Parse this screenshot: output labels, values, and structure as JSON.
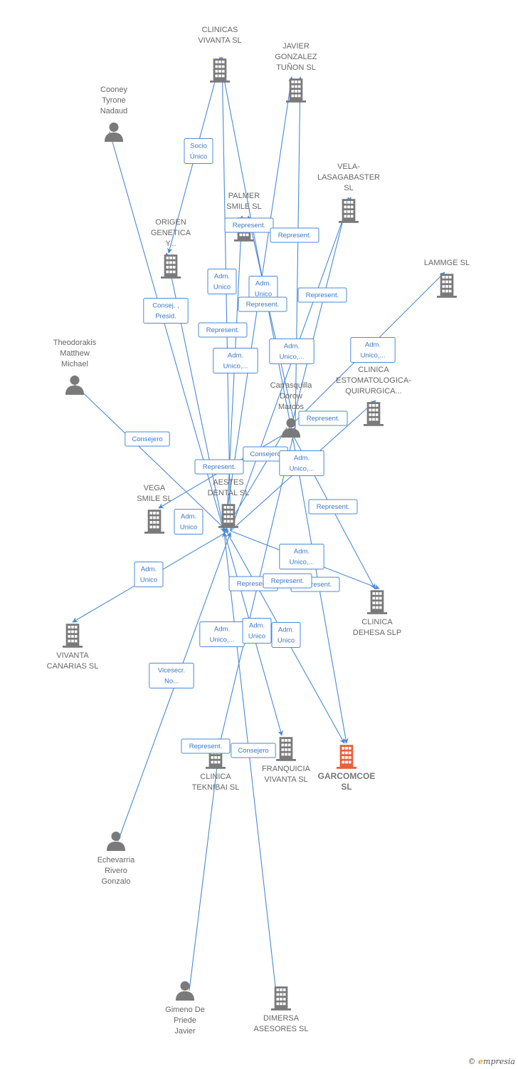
{
  "colors": {
    "edge": "#4a8ad4",
    "edge_text": "#3a78c8",
    "company_icon": "#7a7a7a",
    "focus_icon": "#e8603c",
    "person_icon": "#7a7a7a",
    "label": "#666666"
  },
  "nodes": {
    "clinicas_vivanta": {
      "type": "company",
      "label": [
        "CLINICAS",
        "VIVANTA  SL"
      ]
    },
    "javier_gonzalez": {
      "type": "company",
      "label": [
        "JAVIER",
        "GONZALEZ",
        "TUÑON SL"
      ]
    },
    "cooney": {
      "type": "person",
      "label": [
        "Cooney",
        "Tyrone",
        "Nadaud"
      ]
    },
    "vela": {
      "type": "company",
      "label": [
        "VELA-",
        "LASAGABASTER",
        "SL"
      ]
    },
    "palmer": {
      "type": "company",
      "label": [
        "PALMER",
        "SMILE  SL"
      ]
    },
    "origen": {
      "type": "company",
      "label": [
        "ORIGEN",
        "GENETICA",
        "Y..."
      ]
    },
    "lammge": {
      "type": "company",
      "label": [
        "LAMMGE SL"
      ]
    },
    "theodorakis": {
      "type": "person",
      "label": [
        "Theodorakis",
        "Matthew",
        "Michael"
      ]
    },
    "carrasquilla": {
      "type": "person",
      "label": [
        "Carrasquilla",
        "Dorow",
        "Marcos"
      ]
    },
    "clinica_estomatologica": {
      "type": "company",
      "label": [
        "CLINICA",
        "ESTOMATOLOGICA-",
        "QUIRURGICA..."
      ]
    },
    "aestes": {
      "type": "company",
      "label": [
        "AESTES",
        "DENTAL  SL"
      ]
    },
    "vega": {
      "type": "company",
      "label": [
        "VEGA",
        "SMILE  SL"
      ]
    },
    "clinica_dehesa": {
      "type": "company",
      "label": [
        "CLINICA",
        "DEHESA SLP"
      ]
    },
    "vivanta_canarias": {
      "type": "company",
      "label": [
        "VIVANTA",
        "CANARIAS  SL"
      ]
    },
    "clinica_teknibai": {
      "type": "company",
      "label": [
        "CLINICA",
        "TEKNIBAI  SL"
      ]
    },
    "franquicia": {
      "type": "company",
      "label": [
        "FRANQUICIA",
        "VIVANTA  SL"
      ]
    },
    "garcomcoe": {
      "type": "focus",
      "label": [
        "GARCOMCOE",
        "SL"
      ]
    },
    "echevarria": {
      "type": "person",
      "label": [
        "Echevarria",
        "Rivero",
        "Gonzalo"
      ]
    },
    "gimeno": {
      "type": "person",
      "label": [
        "Gimeno De",
        "Priede",
        "Javier"
      ]
    },
    "dimersa": {
      "type": "company",
      "label": [
        "DIMERSA",
        "ASESORES  SL"
      ]
    }
  },
  "edges": [
    {
      "from": "cooney",
      "to": "aestes",
      "label": []
    },
    {
      "from": "clinicas_vivanta",
      "to": "origen",
      "label": [
        "Socio",
        "Único"
      ]
    },
    {
      "from": "carrasquilla",
      "to": "clinicas_vivanta",
      "label": []
    },
    {
      "from": "aestes",
      "to": "clinicas_vivanta",
      "label": []
    },
    {
      "from": "carrasquilla",
      "to": "javier_gonzalez",
      "label": []
    },
    {
      "from": "aestes",
      "to": "javier_gonzalez",
      "label": []
    },
    {
      "from": "aestes",
      "to": "palmer",
      "label": [
        "Represent."
      ]
    },
    {
      "from": "carrasquilla",
      "to": "vela",
      "label": [
        "Represent."
      ]
    },
    {
      "from": "aestes",
      "to": "vela",
      "label": [
        "Represent."
      ]
    },
    {
      "from": "carrasquilla",
      "to": "palmer",
      "label": [
        "Adm.",
        "Unico"
      ]
    },
    {
      "from": "aestes",
      "to": "origen",
      "label": [
        "Represent."
      ]
    },
    {
      "from": "carrasquilla",
      "to": "lammge",
      "label": [
        "Adm.",
        "Unico,..."
      ]
    },
    {
      "from": "theodorakis",
      "to": "aestes",
      "label": [
        "Consejero"
      ]
    },
    {
      "from": "aestes",
      "to": "clinica_estomatologica",
      "label": [
        "Represent."
      ]
    },
    {
      "from": "carrasquilla",
      "to": "vega",
      "label": [
        "Represent."
      ]
    },
    {
      "from": "carrasquilla",
      "to": "aestes",
      "label": [
        "Consejero"
      ]
    },
    {
      "from": "carrasquilla",
      "to": "clinica_dehesa",
      "label": [
        "Represent."
      ]
    },
    {
      "from": "aestes",
      "to": "vivanta_canarias",
      "label": [
        "Adm.",
        "Unico"
      ]
    },
    {
      "from": "aestes",
      "to": "clinica_dehesa",
      "label": [
        "Represent."
      ]
    },
    {
      "from": "carrasquilla",
      "to": "clinica_teknibai",
      "label": [
        "Represent."
      ]
    },
    {
      "from": "aestes",
      "to": "franquicia",
      "label": [
        "Adm.",
        "Unico"
      ]
    },
    {
      "from": "aestes",
      "to": "garcomcoe",
      "label": [
        "Adm.",
        "Unico"
      ]
    },
    {
      "from": "carrasquilla",
      "to": "garcomcoe",
      "label": []
    },
    {
      "from": "echevarria",
      "to": "aestes",
      "label": [
        "Vicesecr.",
        "No..."
      ]
    },
    {
      "from": "gimeno",
      "to": "clinica_teknibai",
      "label": []
    },
    {
      "from": "dimersa",
      "to": "aestes",
      "label": []
    }
  ],
  "extra_labels": [
    [
      "Adm.",
      "Unico"
    ],
    [
      "Adm.",
      "Unico,..."
    ],
    [
      "Adm.",
      "Unico,..."
    ],
    [
      "Consej. ,",
      "Presid."
    ],
    [
      "Adm.",
      "Unico"
    ],
    [
      "Adm.",
      "Unico,..."
    ],
    [
      "Adm.",
      "Unico,..."
    ],
    [
      "Represent."
    ],
    [
      "Represent."
    ],
    [
      "Represent."
    ],
    [
      "Adm.",
      "Unico,..."
    ],
    [
      "Adm.",
      "Unico"
    ],
    [
      "Consejero"
    ]
  ],
  "credit": {
    "symbol": "©",
    "brand_initial": "e",
    "brand_rest": "mpresia"
  }
}
